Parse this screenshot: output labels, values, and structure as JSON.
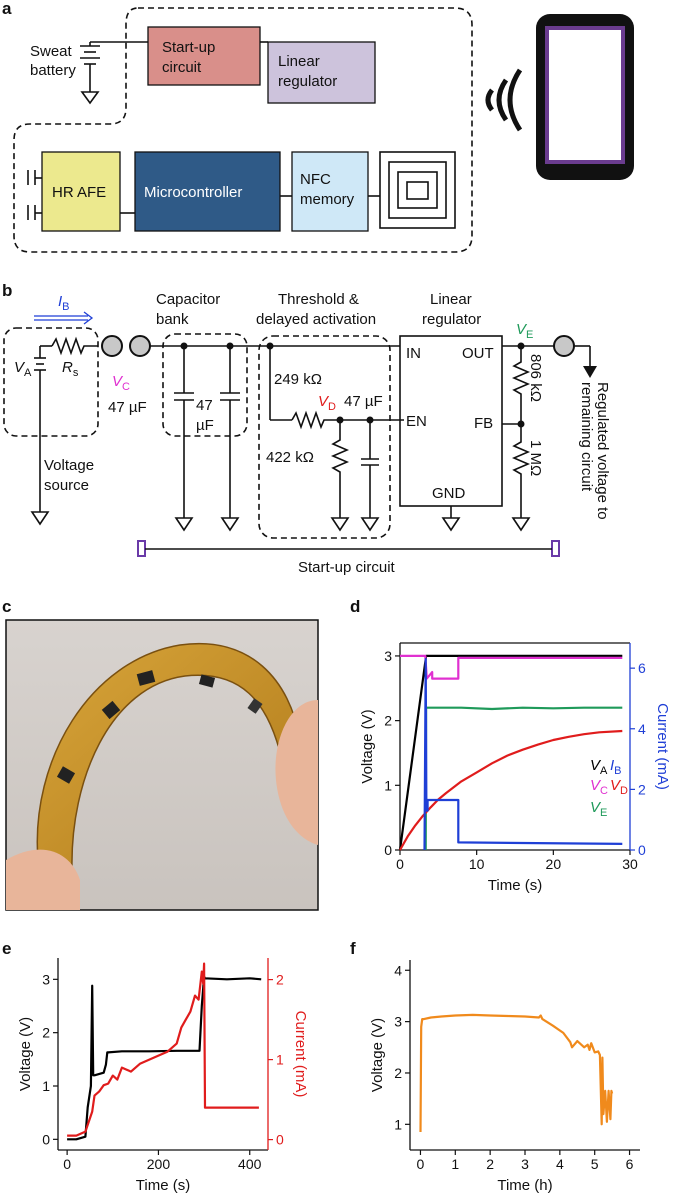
{
  "panels": [
    "a",
    "b",
    "c",
    "d",
    "e",
    "f"
  ],
  "a": {
    "sweat_battery": [
      "Sweat",
      "battery"
    ],
    "startup_circuit": [
      "Start-up",
      "circuit"
    ],
    "linear_regulator": [
      "Linear",
      "regulator"
    ],
    "hr_afe": "HR AFE",
    "microcontroller": "Microcontroller",
    "nfc_memory": [
      "NFC",
      "memory"
    ],
    "colors": {
      "startup": "#d98f8a",
      "regulator": "#cdc3dc",
      "afe": "#ece98e",
      "mcu": "#2f5a87",
      "nfc": "#cfe8f7",
      "phone_screen": "#6b3c8f"
    }
  },
  "b": {
    "ib": "I",
    "ib_sub": "B",
    "va": "V",
    "va_sub": "A",
    "rs": "R",
    "rs_sub": "s",
    "vc": "V",
    "vc_sub": "C",
    "vd": "V",
    "vd_sub": "D",
    "ve": "V",
    "ve_sub": "E",
    "cap_47_left": "47 µF",
    "cap_47_bank_top": "47",
    "cap_47_bank_bot": "µF",
    "cap_47_threshold": "47 µF",
    "r249": "249 kΩ",
    "r422": "422 kΩ",
    "r806": "806 kΩ",
    "r1m": "1 MΩ",
    "capacitor_bank": [
      "Capacitor",
      "bank"
    ],
    "threshold": [
      "Threshold &",
      "delayed activation"
    ],
    "linear_regulator": [
      "Linear",
      "regulator"
    ],
    "pins": {
      "in": "IN",
      "out": "OUT",
      "en": "EN",
      "fb": "FB",
      "gnd": "GND"
    },
    "voltage_source": [
      "Voltage",
      "source"
    ],
    "regulated": [
      "Regulated voltage to",
      "remaining circuit"
    ],
    "startup_circuit": "Start-up circuit",
    "colors": {
      "ib": "#1f3fd6",
      "vc": "#e030d0",
      "vd": "#e01c1c",
      "ve": "#1f9a5a",
      "bracket": "#6a3aa8"
    }
  },
  "d": {
    "xlabel": "Time (s)",
    "ylabel_left": "Voltage (V)",
    "ylabel_right": "Current (mA)",
    "x_ticks": [
      "0",
      "10",
      "20",
      "30"
    ],
    "y_ticks": [
      "0",
      "1",
      "2",
      "3"
    ],
    "y2_ticks": [
      "0",
      "2",
      "4",
      "6"
    ],
    "legend": [
      {
        "sym": "V",
        "sub": "A",
        "color": "#000000"
      },
      {
        "sym": "I",
        "sub": "B",
        "color": "#1f3fd6"
      },
      {
        "sym": "V",
        "sub": "C",
        "color": "#e030d0"
      },
      {
        "sym": "V",
        "sub": "D",
        "color": "#e01c1c"
      },
      {
        "sym": "V",
        "sub": "E",
        "color": "#1f9a5a"
      }
    ]
  },
  "e": {
    "xlabel": "Time (s)",
    "ylabel_left": "Voltage (V)",
    "ylabel_right": "Current (mA)",
    "x_ticks": [
      "0",
      "200",
      "400"
    ],
    "y_ticks": [
      "0",
      "1",
      "2",
      "3"
    ],
    "y2_ticks": [
      "0",
      "1",
      "2"
    ]
  },
  "f": {
    "xlabel": "Time (h)",
    "ylabel_left": "Voltage (V)",
    "x_ticks": [
      "0",
      "1",
      "2",
      "3",
      "4",
      "5",
      "6"
    ],
    "y_ticks": [
      "1",
      "2",
      "3",
      "4"
    ],
    "color": "#f08a1c"
  },
  "chart_data": [
    {
      "panel": "d",
      "type": "line",
      "xlim": [
        0,
        30
      ],
      "ylim": [
        0,
        3.2
      ],
      "y2lim": [
        0,
        6.83
      ],
      "series": [
        {
          "name": "VA",
          "axis": "left",
          "color": "#000000",
          "x": [
            0,
            3.4,
            3.4,
            29
          ],
          "y": [
            0,
            3.0,
            3.0,
            3.0
          ]
        },
        {
          "name": "VC",
          "axis": "left",
          "color": "#e030d0",
          "x": [
            0,
            3.3,
            3.5,
            4.2,
            4.2,
            7.6,
            7.6,
            29
          ],
          "y": [
            3.0,
            3.0,
            2.65,
            2.75,
            2.65,
            2.65,
            2.97,
            2.97
          ]
        },
        {
          "name": "VE",
          "axis": "left",
          "color": "#1f9a5a",
          "x": [
            3.35,
            3.4,
            4,
            8,
            12,
            16,
            20,
            24,
            29
          ],
          "y": [
            0,
            2.2,
            2.2,
            2.2,
            2.18,
            2.2,
            2.19,
            2.2,
            2.2
          ]
        },
        {
          "name": "VD",
          "axis": "left",
          "color": "#e01c1c",
          "x": [
            0,
            1,
            2,
            3,
            4,
            5,
            6,
            8,
            10,
            12,
            14,
            16,
            18,
            20,
            22,
            24,
            26,
            29
          ],
          "y": [
            0,
            0.21,
            0.38,
            0.53,
            0.66,
            0.78,
            0.88,
            1.06,
            1.2,
            1.34,
            1.46,
            1.55,
            1.63,
            1.7,
            1.75,
            1.79,
            1.82,
            1.84
          ]
        },
        {
          "name": "IB",
          "axis": "right",
          "color": "#1f3fd6",
          "x": [
            3.2,
            3.35,
            3.45,
            3.6,
            3.6,
            4.2,
            4.2,
            7.6,
            7.6,
            29
          ],
          "y": [
            0,
            6.3,
            1.3,
            1.3,
            1.65,
            1.65,
            1.65,
            1.65,
            0.25,
            0.2
          ]
        }
      ]
    },
    {
      "panel": "e",
      "type": "line",
      "xlim": [
        -20,
        440
      ],
      "ylim": [
        -0.2,
        3.4
      ],
      "y2lim": [
        -0.13,
        2.27
      ],
      "series": [
        {
          "name": "Voltage",
          "axis": "left",
          "color": "#000000",
          "x": [
            0,
            20,
            40,
            45,
            52,
            55,
            57,
            60,
            80,
            85,
            88,
            90,
            120,
            180,
            240,
            290,
            295,
            300,
            302,
            350,
            400,
            425
          ],
          "y": [
            0,
            0,
            0.05,
            0.6,
            1.0,
            2.88,
            1.2,
            1.2,
            1.25,
            1.4,
            1.63,
            1.63,
            1.65,
            1.65,
            1.66,
            1.66,
            2.5,
            3.05,
            3.02,
            3.0,
            3.02,
            3.0
          ]
        },
        {
          "name": "Current",
          "axis": "right",
          "color": "#e01c1c",
          "x": [
            0,
            20,
            40,
            55,
            60,
            70,
            80,
            90,
            100,
            110,
            120,
            140,
            160,
            180,
            200,
            220,
            240,
            250,
            260,
            270,
            280,
            288,
            295,
            298,
            300,
            302,
            340,
            380,
            420
          ],
          "y": [
            0.05,
            0.05,
            0.1,
            0.35,
            0.55,
            0.6,
            0.68,
            0.7,
            0.8,
            0.75,
            0.9,
            0.85,
            0.95,
            1.0,
            1.05,
            1.1,
            1.2,
            1.4,
            1.5,
            1.6,
            1.8,
            1.75,
            2.1,
            1.95,
            2.2,
            0.4,
            0.4,
            0.4,
            0.4
          ]
        }
      ]
    },
    {
      "panel": "f",
      "type": "line",
      "xlim": [
        -0.3,
        6.3
      ],
      "ylim": [
        0.5,
        4.2
      ],
      "series": [
        {
          "name": "Voltage",
          "color": "#f08a1c",
          "x": [
            0,
            0.02,
            0.05,
            0.1,
            0.3,
            0.6,
            1.0,
            1.5,
            2.0,
            2.5,
            3.0,
            3.4,
            3.45,
            3.5,
            3.8,
            4.1,
            4.3,
            4.35,
            4.5,
            4.7,
            4.8,
            4.85,
            4.9,
            5.0,
            5.1,
            5.15,
            5.2,
            5.22,
            5.25,
            5.3,
            5.35,
            5.4,
            5.45,
            5.48,
            5.5
          ],
          "y": [
            0.85,
            2.9,
            3.05,
            3.05,
            3.08,
            3.1,
            3.12,
            3.13,
            3.12,
            3.11,
            3.1,
            3.08,
            3.12,
            3.05,
            2.92,
            2.78,
            2.6,
            2.5,
            2.62,
            2.5,
            2.55,
            2.45,
            2.58,
            2.4,
            2.42,
            2.35,
            1.0,
            2.3,
            1.2,
            1.65,
            1.05,
            1.65,
            1.1,
            1.65,
            1.6
          ]
        }
      ]
    }
  ]
}
